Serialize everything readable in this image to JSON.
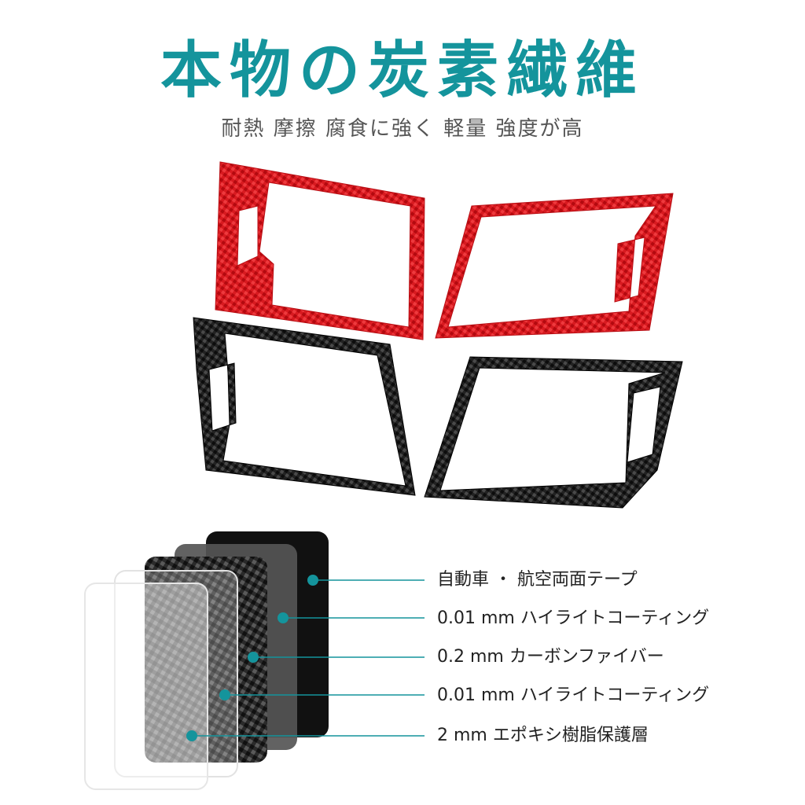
{
  "colors": {
    "accent": "#14949c",
    "red_carbon": "#d4171d",
    "black_carbon": "#1c1c1c"
  },
  "header": {
    "title": "本物の炭素繊維",
    "subtitle": "耐熱 摩擦 腐食に強く 軽量 強度が高"
  },
  "layers": [
    {
      "label": "自動車 ・ 航空両面テープ"
    },
    {
      "label": "0.01 mm ハイライトコーティング"
    },
    {
      "label": "0.2 mm カーボンファイバー"
    },
    {
      "label": "0.01 mm ハイライトコーティング"
    },
    {
      "label": "2 mm エポキシ樹脂保護層"
    }
  ]
}
